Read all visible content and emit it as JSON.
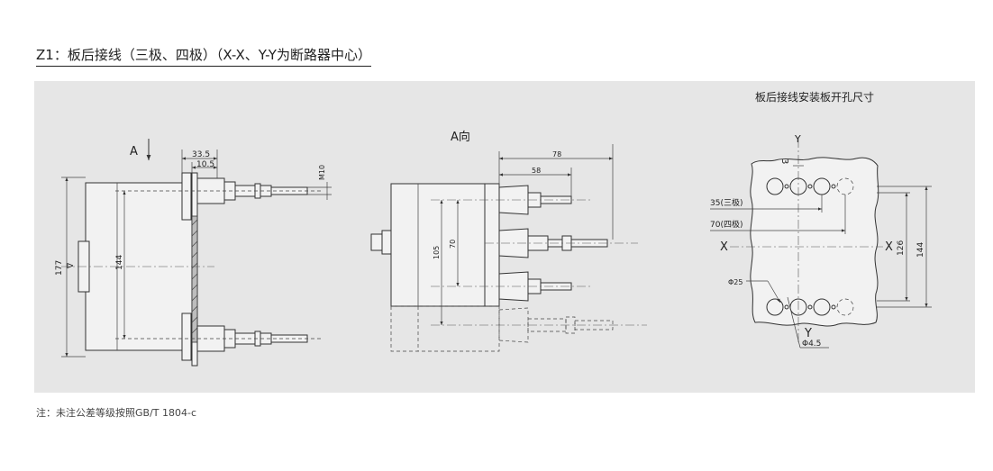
{
  "title": "Z1：板后接线（三极、四极）（X-X、Y-Y为断路器中心）",
  "note": "注：未注公差等级按照GB/T 1804-c",
  "views": {
    "side": {
      "label_a": "A",
      "dim_33_5": "33.5",
      "dim_10_5": "10.5",
      "dim_m10": "M10",
      "dim_177": "177",
      "dim_144": "144",
      "handle_mark": "∇"
    },
    "front": {
      "label": "A向",
      "dim_78": "78",
      "dim_58": "58",
      "dim_105": "105",
      "dim_70": "70"
    },
    "cutout": {
      "label": "板后接线安装板开孔尺寸",
      "axis_y_top": "Y",
      "axis_y_bottom": "Y",
      "axis_x_left": "X",
      "axis_x_right": "X",
      "dim_3": "3",
      "dim_35": "35(三极)",
      "dim_70": "70(四极)",
      "dim_126": "126",
      "dim_144": "144",
      "dim_phi25": "Φ25",
      "dim_phi45": "Φ4.5"
    }
  }
}
